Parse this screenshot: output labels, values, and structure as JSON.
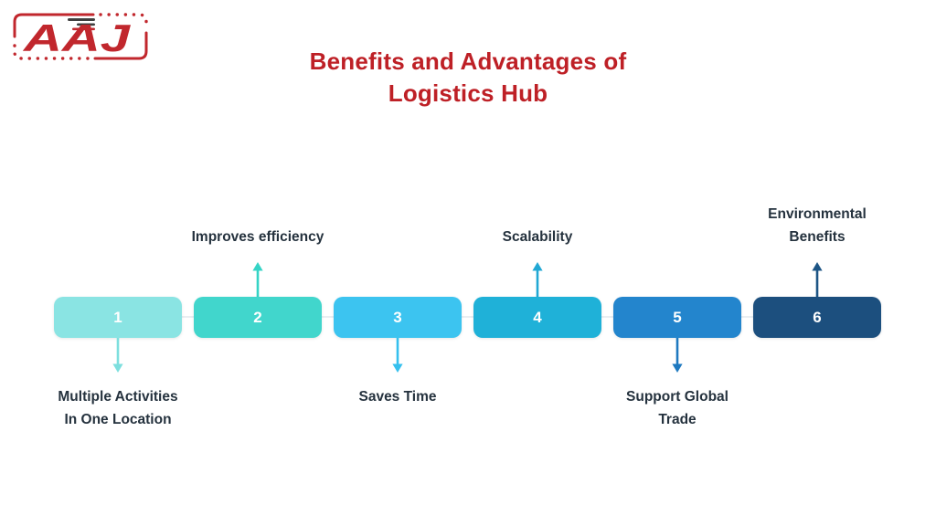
{
  "page": {
    "background": "#ffffff"
  },
  "logo": {
    "text": "AAJ",
    "color": "#c1272d"
  },
  "title": {
    "line1": "Benefits and Advantages of",
    "line2": "Logistics Hub",
    "color": "#be2026"
  },
  "diagram": {
    "connector_color": "#e9eef1",
    "number_color": "#ffffff",
    "label_color": "#25323e",
    "steps": [
      {
        "number": "1",
        "label": "Multiple Activities In One Location",
        "label_position": "below",
        "box_color": "#8ae4e3",
        "arrow_color": "#7ddfde",
        "arrow_direction": "down"
      },
      {
        "number": "2",
        "label": "Improves efficiency",
        "label_position": "above",
        "box_color": "#41d6cc",
        "arrow_color": "#35d4c6",
        "arrow_direction": "up"
      },
      {
        "number": "3",
        "label": "Saves Time",
        "label_position": "below",
        "box_color": "#3cc4f0",
        "arrow_color": "#35c0ee",
        "arrow_direction": "down"
      },
      {
        "number": "4",
        "label": "Scalability",
        "label_position": "above",
        "box_color": "#1fb1d8",
        "arrow_color": "#21a8d4",
        "arrow_direction": "up"
      },
      {
        "number": "5",
        "label": "Support Global Trade",
        "label_position": "below",
        "box_color": "#2385cd",
        "arrow_color": "#1e79c0",
        "arrow_direction": "down"
      },
      {
        "number": "6",
        "label": "Environmental Benefits",
        "label_position": "above",
        "box_color": "#1c4f7e",
        "arrow_color": "#1d5585",
        "arrow_direction": "up"
      }
    ]
  }
}
